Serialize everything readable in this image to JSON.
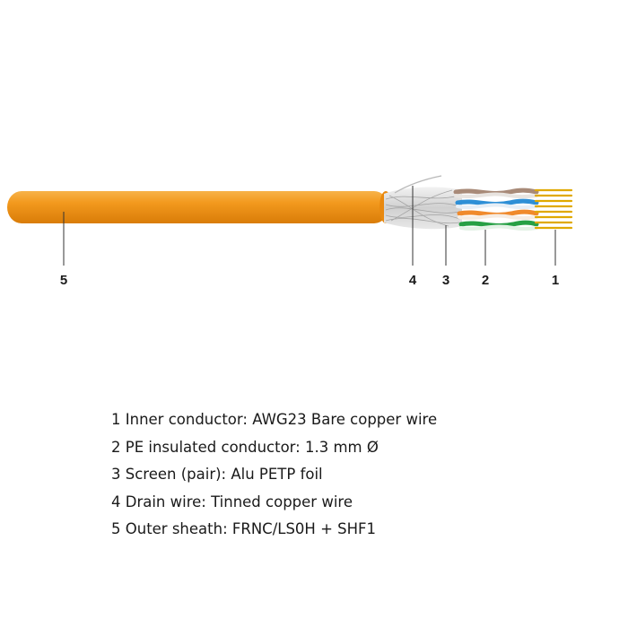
{
  "callouts": [
    "5",
    "4",
    "3",
    "2",
    "1"
  ],
  "legend": [
    "1 Inner conductor: AWG23 Bare copper wire",
    "2 PE insulated conductor: 1.3 mm Ø",
    "3 Screen (pair): Alu PETP foil",
    "4 Drain wire: Tinned copper wire",
    "5 Outer sheath: FRNC/LS0H + SHF1"
  ],
  "colors": {
    "sheath": "#f39a1e",
    "pair_brown": "#a88a78",
    "pair_blue": "#2e8fd6",
    "pair_orange": "#f08a2c",
    "pair_green": "#27a045",
    "copper": "#e0a900",
    "foil": "#c9c9c9"
  }
}
